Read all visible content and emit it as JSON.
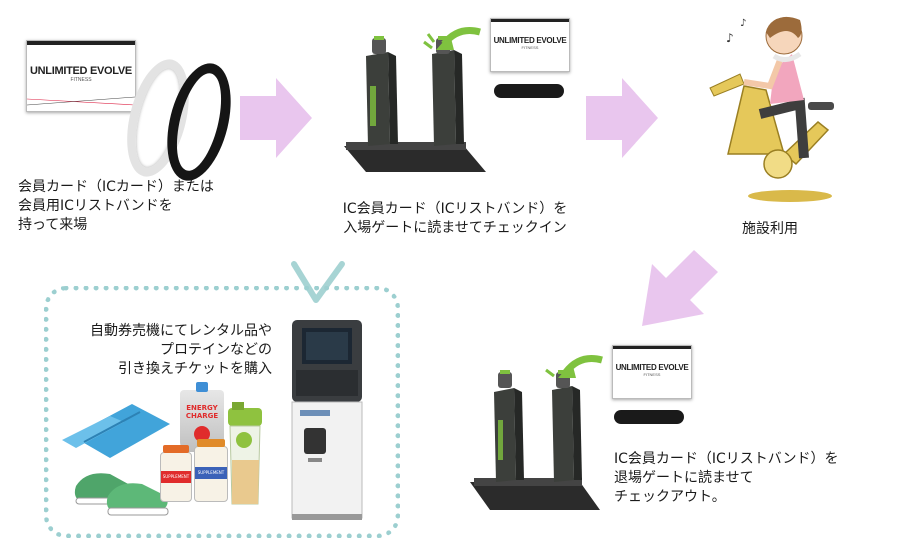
{
  "card_brand": "UNLIMITED EVOLVE",
  "card_sub": "FITNESS",
  "steps": {
    "arrive": "会員カード（ICカード）または\n会員用ICリストバンドを\n持って来場",
    "checkin": "IC会員カード（ICリストバンド）を\n入場ゲートに読ませてチェックイン",
    "use": "施設利用",
    "checkout": "IC会員カード（ICリストバンド）を\n退場ゲートに読ませて\nチェックアウト。",
    "vending": "自動券売機にてレンタル品や\nプロテインなどの\n引き換えチケットを購入"
  },
  "product_labels": {
    "energy": "ENERGY\nCHARGE",
    "supplement": "SUPPLEMENT"
  },
  "colors": {
    "flow_arrow": "#e9c6ee",
    "vending_arrow": "#a7d4d4",
    "dotted_border": "#9ccfd0",
    "gate_body": "#3c3f3b",
    "gate_accent": "#7fc23f"
  }
}
